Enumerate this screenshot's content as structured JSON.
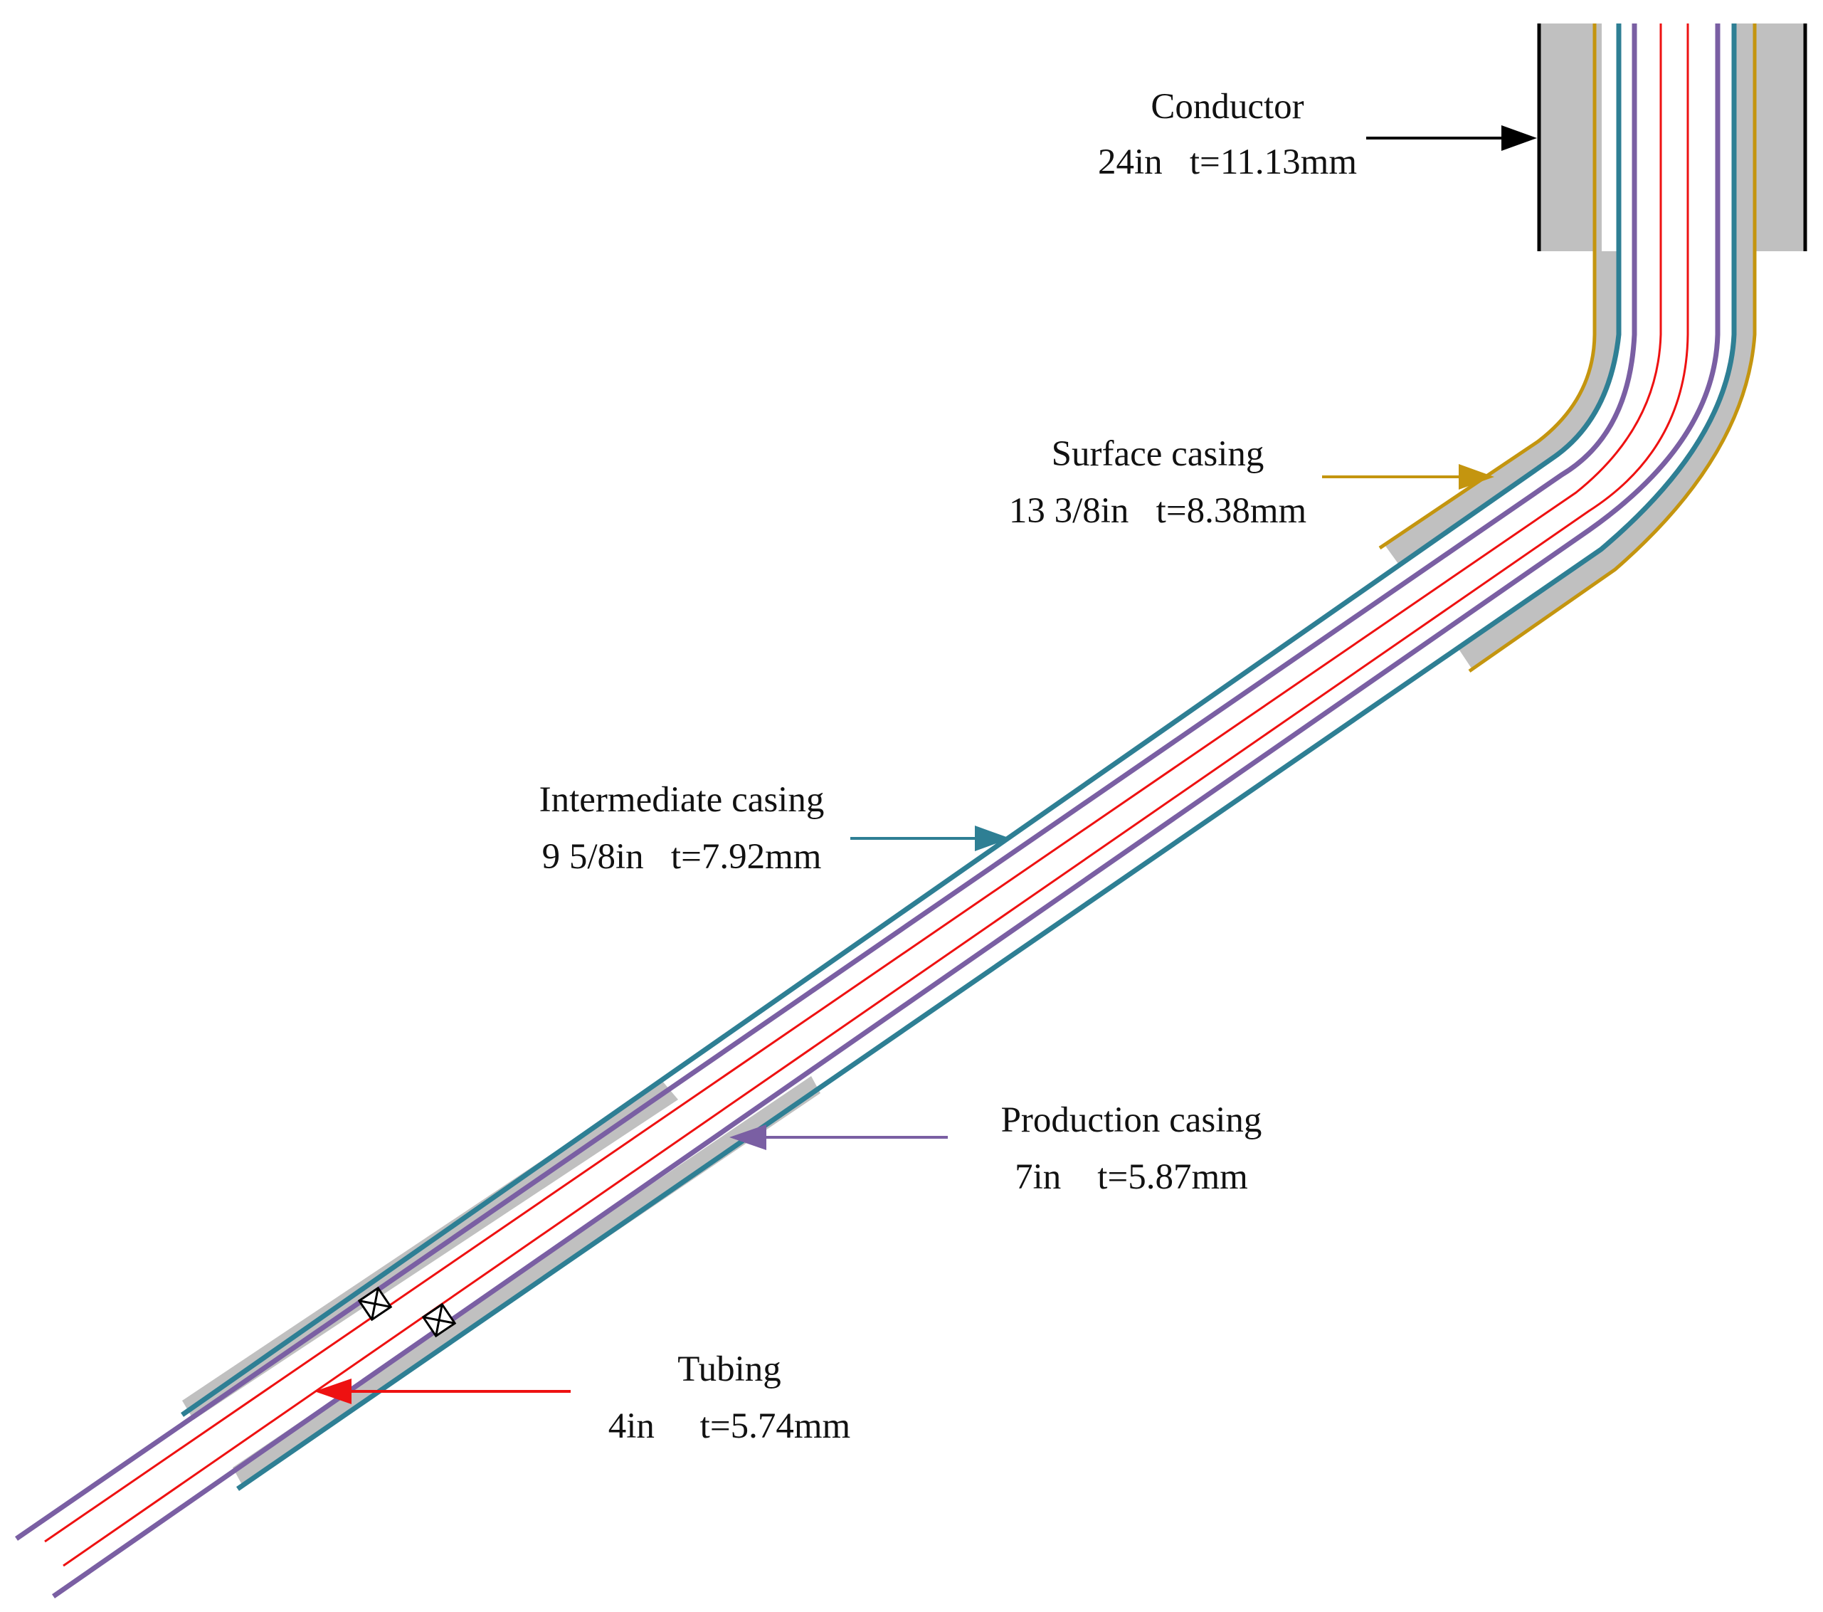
{
  "colors": {
    "conductor": "#000000",
    "surface_casing": "#C4950F",
    "intermediate_casing": "#2E7F94",
    "production_casing": "#7A5FA3",
    "tubing": "#EE1111",
    "cement": "#C0C0C0"
  },
  "labels": {
    "conductor": {
      "name": "Conductor",
      "spec": "24in   t=11.13mm"
    },
    "surface": {
      "name": "Surface casing",
      "spec": "13 3/8in   t=8.38mm"
    },
    "intermediate": {
      "name": "Intermediate casing",
      "spec": "9 5/8in   t=7.92mm"
    },
    "production": {
      "name": "Production casing",
      "spec": "7in    t=5.87mm"
    },
    "tubing": {
      "name": "Tubing",
      "spec": "4in     t=5.74mm"
    }
  },
  "icons": {
    "packer": "packer-icon"
  }
}
